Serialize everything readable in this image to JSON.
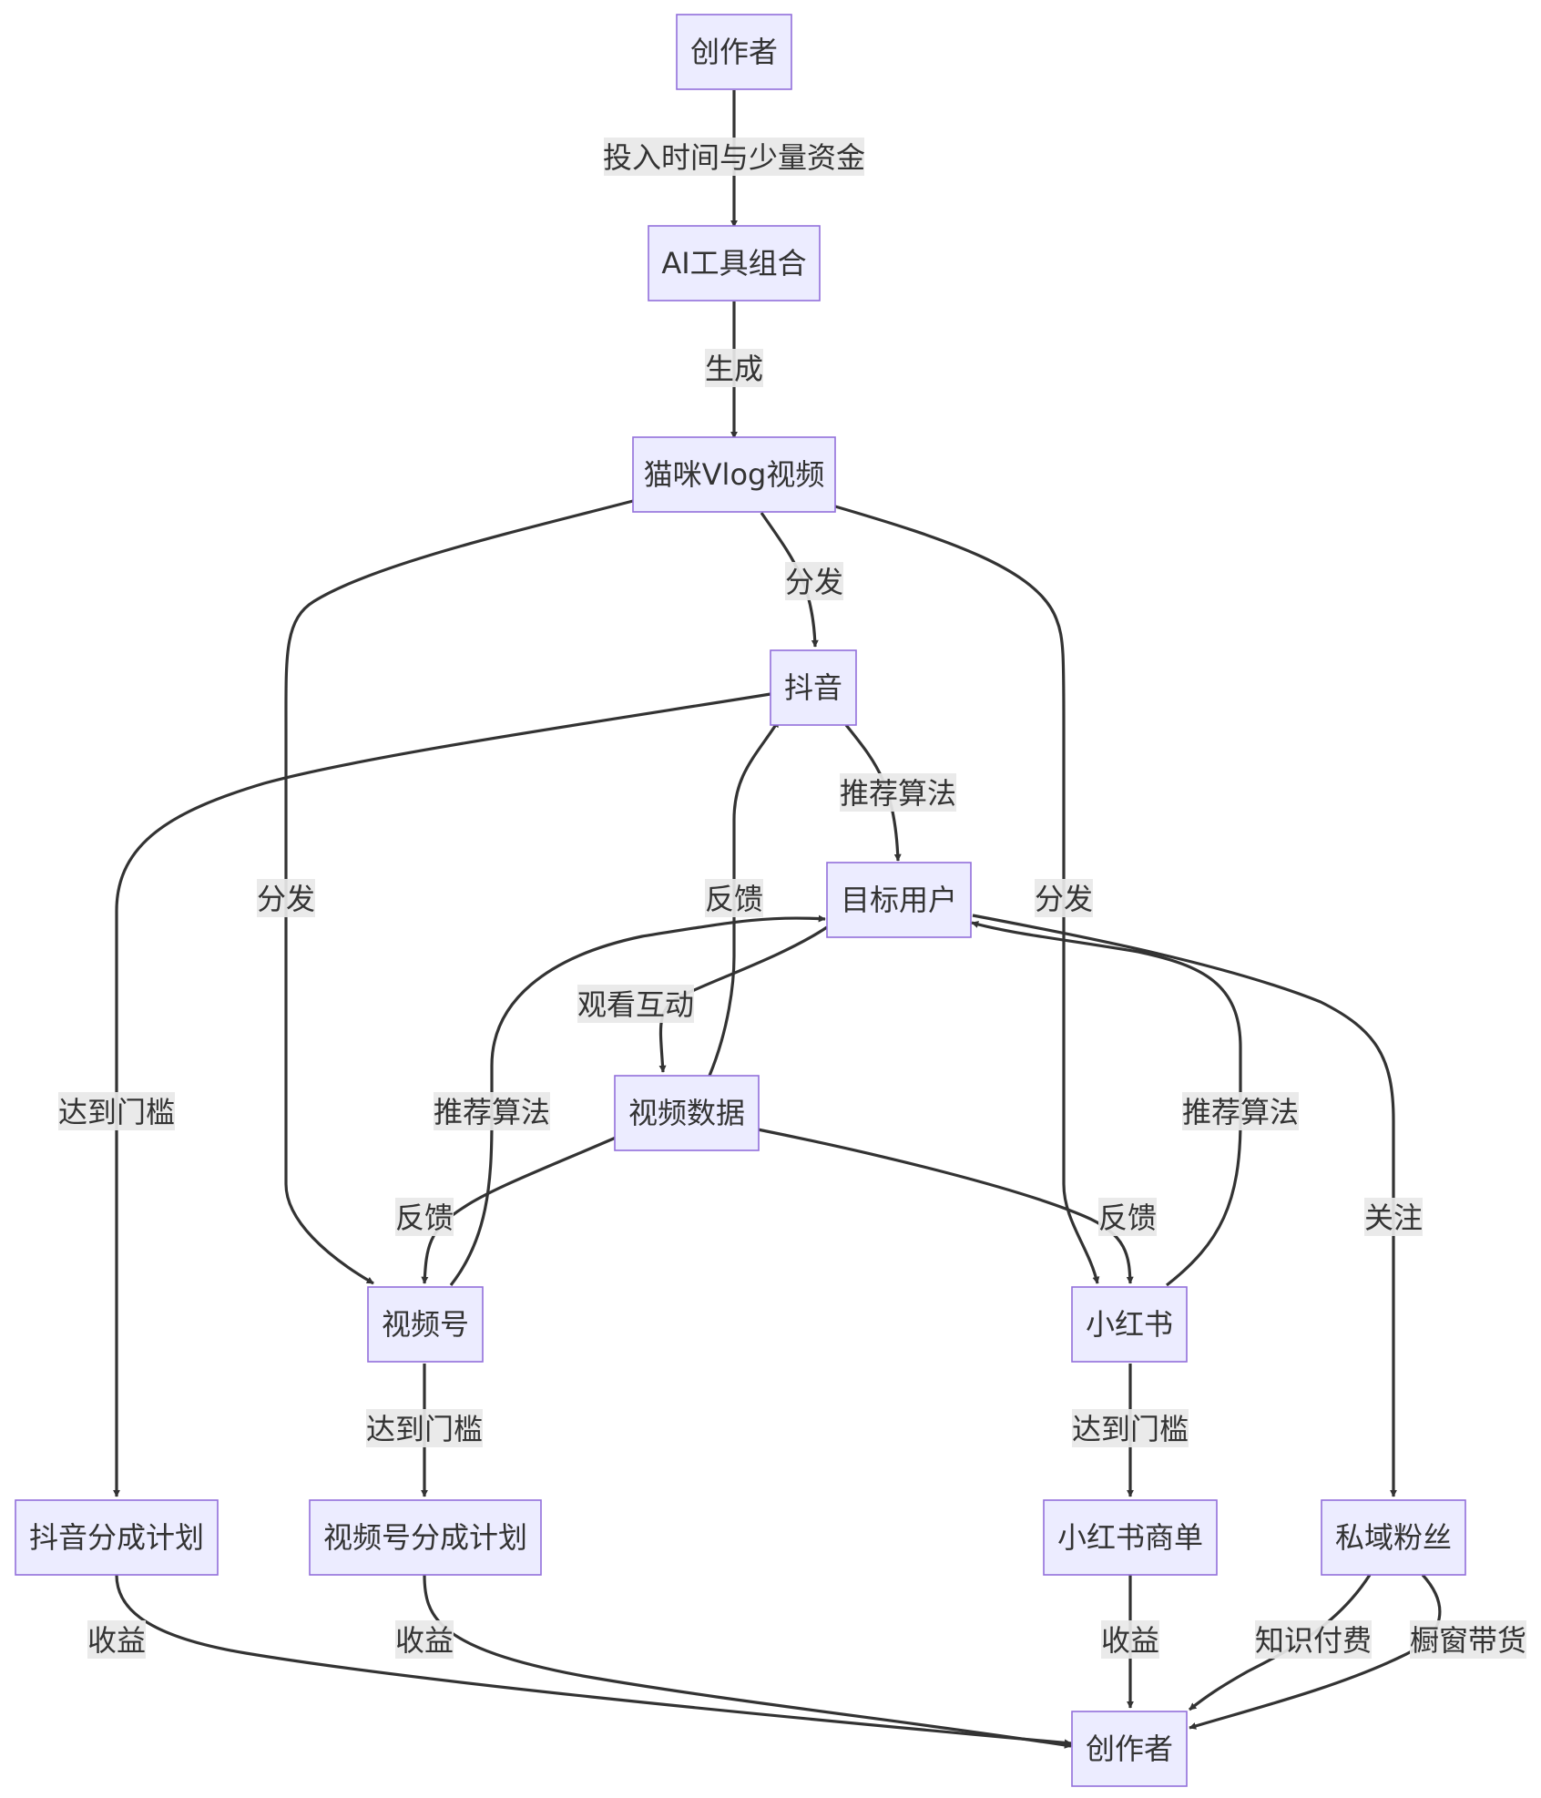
{
  "nodes": {
    "creator_top": "创作者",
    "ai_tools": "AI工具组合",
    "cat_vlog": "猫咪Vlog视频",
    "douyin": "抖音",
    "target_users": "目标用户",
    "video_data": "视频数据",
    "shipinhao": "视频号",
    "xiaohongshu": "小红书",
    "douyin_plan": "抖音分成计划",
    "shipinhao_plan": "视频号分成计划",
    "xhs_deals": "小红书商单",
    "private_fans": "私域粉丝",
    "creator_bottom": "创作者"
  },
  "edges": {
    "invest": "投入时间与少量资金",
    "generate": "生成",
    "distribute_douyin": "分发",
    "distribute_shipinhao": "分发",
    "distribute_xhs": "分发",
    "algo_douyin": "推荐算法",
    "algo_shipinhao": "推荐算法",
    "algo_xhs": "推荐算法",
    "watch_interact": "观看互动",
    "feedback_douyin": "反馈",
    "feedback_shipinhao": "反馈",
    "feedback_xhs": "反馈",
    "threshold_douyin": "达到门槛",
    "threshold_shipinhao": "达到门槛",
    "threshold_xhs": "达到门槛",
    "follow": "关注",
    "revenue_douyin": "收益",
    "revenue_shipinhao": "收益",
    "revenue_xhs": "收益",
    "paid_knowledge": "知识付费",
    "showcase_sales": "橱窗带货"
  },
  "colors": {
    "node_fill": "#ECECFF",
    "node_stroke": "#9370DB",
    "edge": "#333333",
    "label_bg": "#e8e8e8",
    "text": "#333333"
  }
}
